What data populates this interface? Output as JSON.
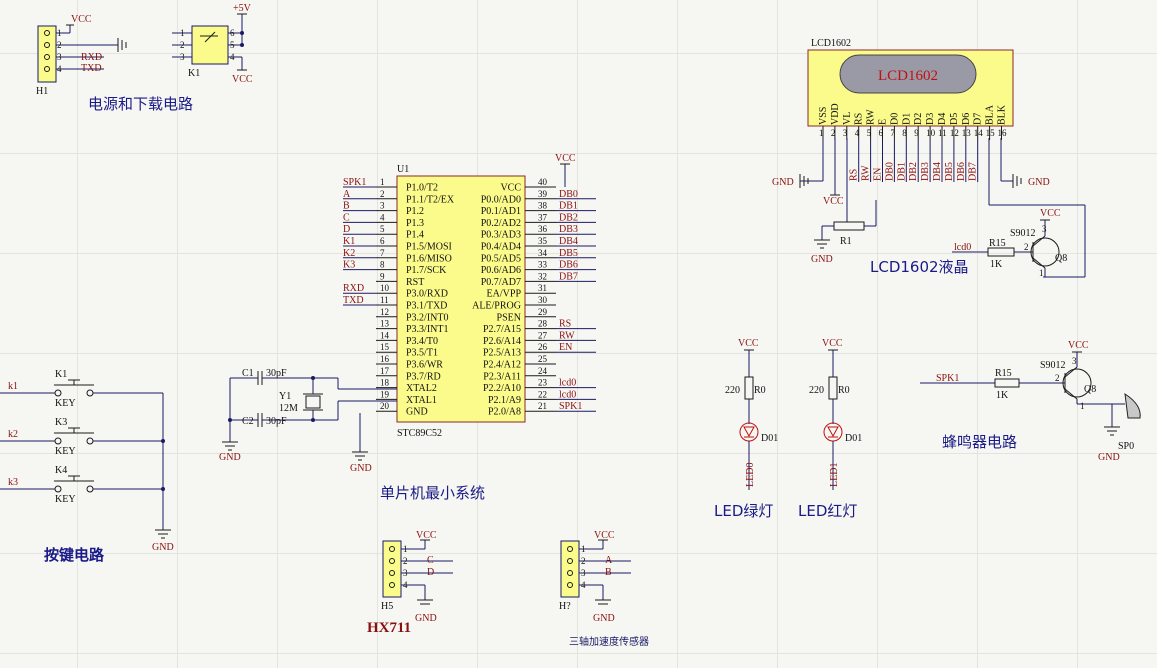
{
  "titles": {
    "power": "电源和下载电路",
    "mcu": "单片机最小系统",
    "lcd": "LCD1602液晶",
    "keys": "按键电路",
    "led_green": "LED绿灯",
    "led_red": "LED红灯",
    "buzzer": "蜂鸣器电路",
    "hx711": "HX711",
    "accel": "三轴加速度传感器"
  },
  "mcu": {
    "designator": "U1",
    "part": "STC89C52",
    "left_pins": [
      {
        "num": "1",
        "name": "P1.0/T2",
        "net": "SPK1"
      },
      {
        "num": "2",
        "name": "P1.1/T2/EX",
        "net": "A"
      },
      {
        "num": "3",
        "name": "P1.2",
        "net": "B"
      },
      {
        "num": "4",
        "name": "P1.3",
        "net": "C"
      },
      {
        "num": "5",
        "name": "P1.4",
        "net": "D"
      },
      {
        "num": "6",
        "name": "P1.5/MOSI",
        "net": "K1"
      },
      {
        "num": "7",
        "name": "P1.6/MISO",
        "net": "K2"
      },
      {
        "num": "8",
        "name": "P1.7/SCK",
        "net": "K3"
      },
      {
        "num": "9",
        "name": "RST",
        "net": ""
      },
      {
        "num": "10",
        "name": "P3.0/RXD",
        "net": "RXD"
      },
      {
        "num": "11",
        "name": "P3.1/TXD",
        "net": "TXD"
      },
      {
        "num": "12",
        "name": "P3.2/INT0",
        "net": ""
      },
      {
        "num": "13",
        "name": "P3.3/INT1",
        "net": ""
      },
      {
        "num": "14",
        "name": "P3.4/T0",
        "net": ""
      },
      {
        "num": "15",
        "name": "P3.5/T1",
        "net": ""
      },
      {
        "num": "16",
        "name": "P3.6/WR",
        "net": ""
      },
      {
        "num": "17",
        "name": "P3.7/RD",
        "net": ""
      },
      {
        "num": "18",
        "name": "XTAL2",
        "net": ""
      },
      {
        "num": "19",
        "name": "XTAL1",
        "net": ""
      },
      {
        "num": "20",
        "name": "GND",
        "net": ""
      }
    ],
    "right_pins": [
      {
        "num": "40",
        "name": "VCC",
        "net": ""
      },
      {
        "num": "39",
        "name": "P0.0/AD0",
        "net": "DB0"
      },
      {
        "num": "38",
        "name": "P0.1/AD1",
        "net": "DB1"
      },
      {
        "num": "37",
        "name": "P0.2/AD2",
        "net": "DB2"
      },
      {
        "num": "36",
        "name": "P0.3/AD3",
        "net": "DB3"
      },
      {
        "num": "35",
        "name": "P0.4/AD4",
        "net": "DB4"
      },
      {
        "num": "34",
        "name": "P0.5/AD5",
        "net": "DB5"
      },
      {
        "num": "33",
        "name": "P0.6/AD6",
        "net": "DB6"
      },
      {
        "num": "32",
        "name": "P0.7/AD7",
        "net": "DB7"
      },
      {
        "num": "31",
        "name": "EA/VPP",
        "net": ""
      },
      {
        "num": "30",
        "name": "ALE/PROG",
        "net": ""
      },
      {
        "num": "29",
        "name": "PSEN",
        "net": ""
      },
      {
        "num": "28",
        "name": "P2.7/A15",
        "net": "RS"
      },
      {
        "num": "27",
        "name": "P2.6/A14",
        "net": "RW"
      },
      {
        "num": "26",
        "name": "P2.5/A13",
        "net": "EN"
      },
      {
        "num": "25",
        "name": "P2.4/A12",
        "net": ""
      },
      {
        "num": "24",
        "name": "P2.3/A11",
        "net": ""
      },
      {
        "num": "23",
        "name": "P2.2/A10",
        "net": "lcd0"
      },
      {
        "num": "22",
        "name": "P2.1/A9",
        "net": "lcd0"
      },
      {
        "num": "21",
        "name": "P2.0/A8",
        "net": "SPK1"
      }
    ]
  },
  "lcd": {
    "designator": "LCD1602",
    "window_label": "LCD1602",
    "pins": [
      "VSS",
      "VDD",
      "VL",
      "RS",
      "RW",
      "E",
      "D0",
      "D1",
      "D2",
      "D3",
      "D4",
      "D5",
      "D6",
      "D7",
      "BLA",
      "BLK"
    ],
    "pin_numbers": [
      "1",
      "2",
      "3",
      "4",
      "5",
      "6",
      "7",
      "8",
      "9",
      "10",
      "11",
      "12",
      "13",
      "14",
      "15",
      "16"
    ],
    "nets": [
      "RS",
      "RW",
      "EN",
      "DB0",
      "DB1",
      "DB2",
      "DB3",
      "DB4",
      "DB5",
      "DB6",
      "DB7"
    ],
    "r1": "R1",
    "r15": "R15",
    "r15_val": "1K",
    "q_part": "S9012",
    "q_des": "Q8",
    "lcd_net": "lcd0",
    "q_pins": [
      "1",
      "2",
      "3"
    ]
  },
  "power": {
    "h1": "H1",
    "k1": "K1",
    "rxd": "RXD",
    "txd": "TXD",
    "p5v": "+5V",
    "h1_pins": [
      "1",
      "2",
      "3",
      "4"
    ],
    "k1_pins_left": [
      "1",
      "2",
      "3"
    ],
    "k1_pins_right": [
      "6",
      "5",
      "4"
    ]
  },
  "crystal": {
    "c1": "C1",
    "c2": "C2",
    "c1_val": "30pF",
    "c2_val": "30pF",
    "y1": "Y1",
    "y1_val": "12M"
  },
  "keys": [
    {
      "net": "k1",
      "des": "K1",
      "val": "KEY"
    },
    {
      "net": "k2",
      "des": "K3",
      "val": "KEY"
    },
    {
      "net": "k3",
      "des": "K4",
      "val": "KEY"
    }
  ],
  "leds": [
    {
      "r": "R0",
      "rval": "220",
      "d": "D01",
      "net": "LED0"
    },
    {
      "r": "R0",
      "rval": "220",
      "d": "D01",
      "net": "LED1"
    }
  ],
  "buzzer": {
    "net": "SPK1",
    "r": "R15",
    "rval": "1K",
    "q_part": "S9012",
    "q_des": "Q8",
    "sp": "SP0",
    "q_pins": [
      "1",
      "2",
      "3"
    ]
  },
  "hx711": {
    "des": "H5",
    "nets": [
      "C",
      "D"
    ],
    "pins": [
      "1",
      "2",
      "3",
      "4"
    ]
  },
  "accel": {
    "des": "H?",
    "nets": [
      "A",
      "B"
    ],
    "pins": [
      "1",
      "2",
      "3",
      "4"
    ]
  },
  "common": {
    "vcc": "VCC",
    "gnd": "GND"
  }
}
